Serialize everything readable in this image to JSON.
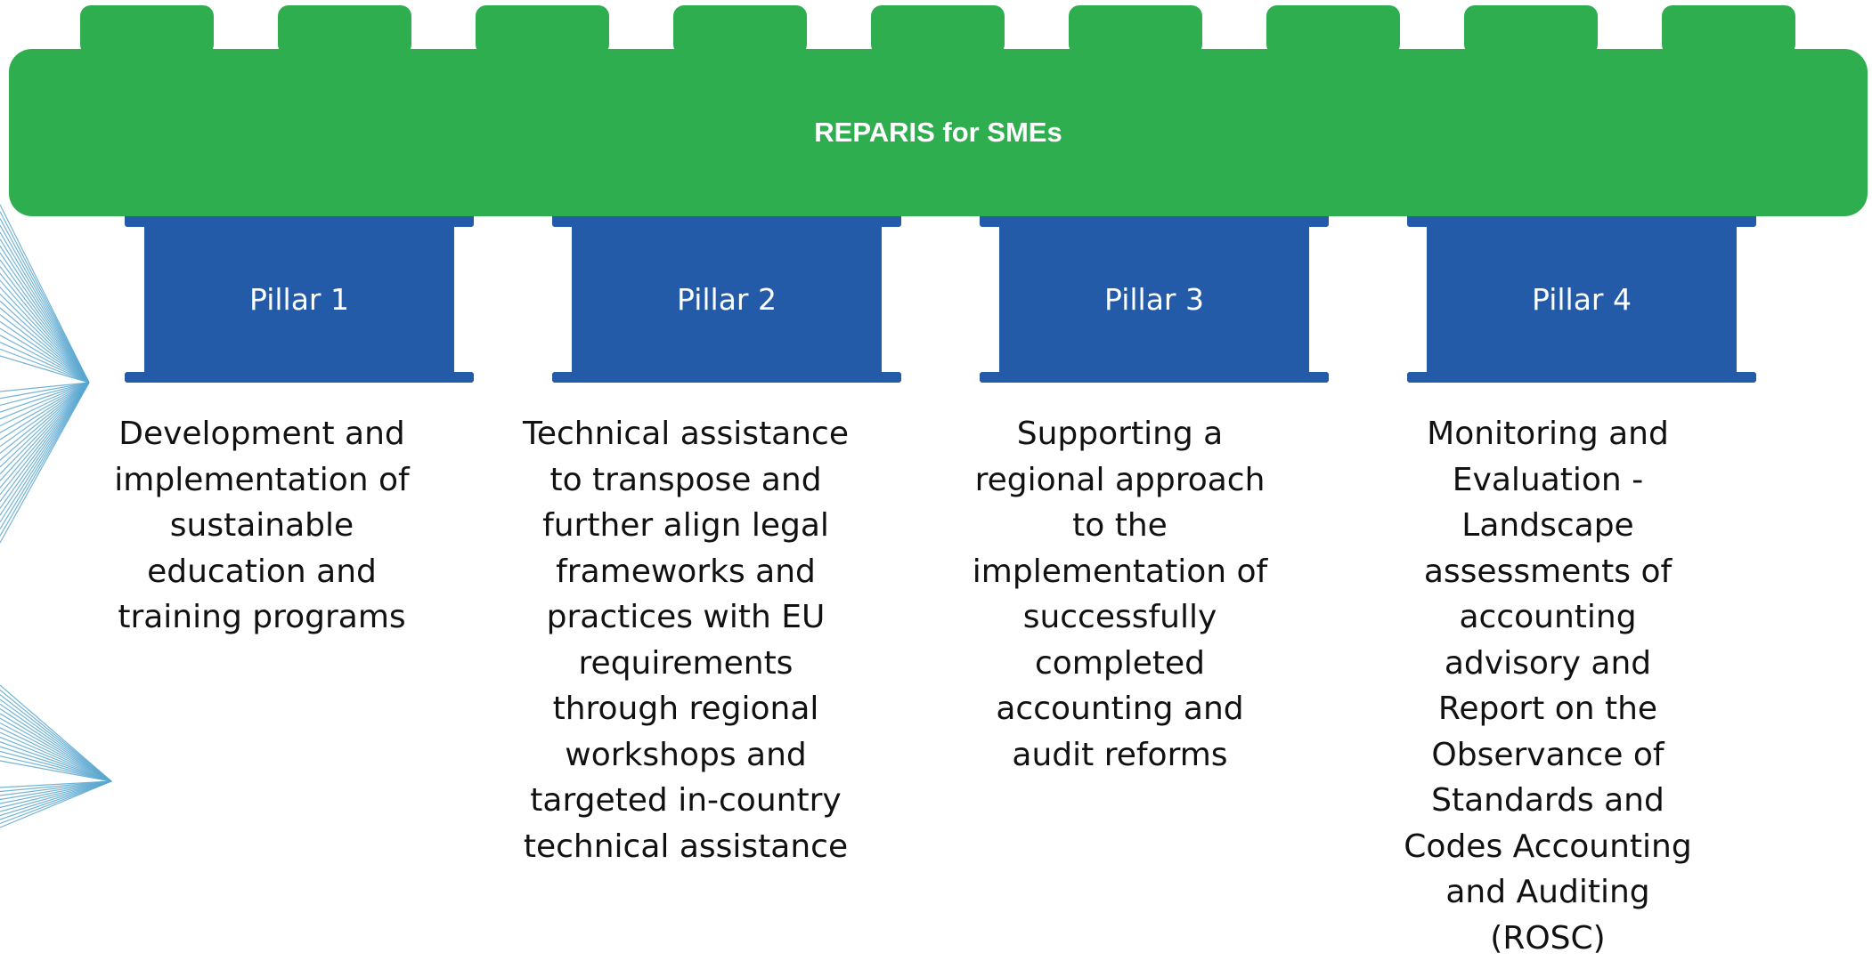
{
  "banner": {
    "title": "REPARIS for SMEs"
  },
  "pillars": [
    {
      "label": "Pillar 1",
      "description": "Development and implementation of sustainable education and training programs"
    },
    {
      "label": "Pillar 2",
      "description": "Technical assistance to transpose and further align legal frameworks and practices with EU requirements through regional workshops and targeted in-country technical assistance"
    },
    {
      "label": "Pillar 3",
      "description": "Supporting a regional approach to the implementation of successfully completed accounting and audit reforms"
    },
    {
      "label": "Pillar 4",
      "description": "Monitoring and Evaluation - Landscape assessments of accounting advisory and Report on the Observance of Standards and Codes Accounting and Auditing (ROSC)"
    }
  ],
  "colors": {
    "banner_green": "#2eae4e",
    "pillar_blue": "#235ba8",
    "decoration_blue": "#5aa7d0",
    "text": "#111111"
  }
}
